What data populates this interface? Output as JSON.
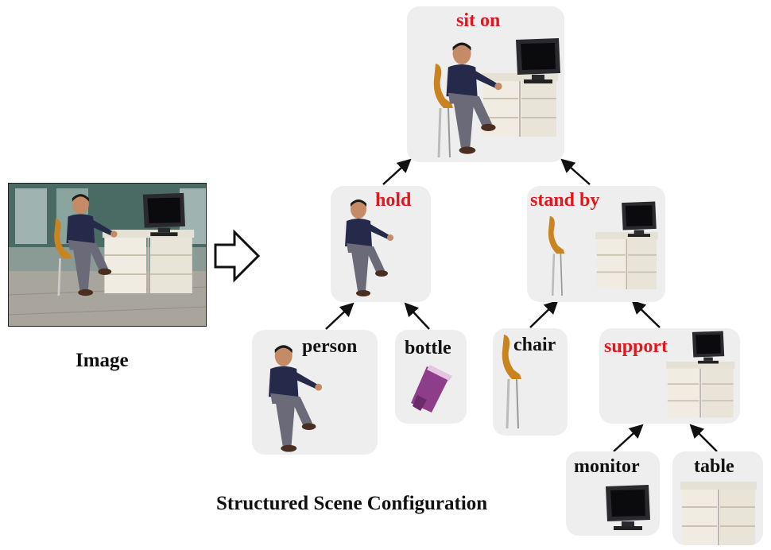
{
  "input_caption": "Image",
  "output_caption": "Structured Scene Configuration",
  "nodes": {
    "sit_on": "sit on",
    "hold": "hold",
    "stand_by": "stand by",
    "person": "person",
    "bottle": "bottle",
    "chair": "chair",
    "support": "support",
    "monitor": "monitor",
    "table": "table"
  },
  "colors": {
    "relation_label": "#e3161b",
    "object_label": "#111111",
    "node_background": "#eeeeee",
    "arrow": "#111111"
  },
  "icons": [
    "person-figure-icon",
    "bottle-icon",
    "chair-icon",
    "monitor-icon",
    "table-icon",
    "hollow-arrow-icon"
  ]
}
